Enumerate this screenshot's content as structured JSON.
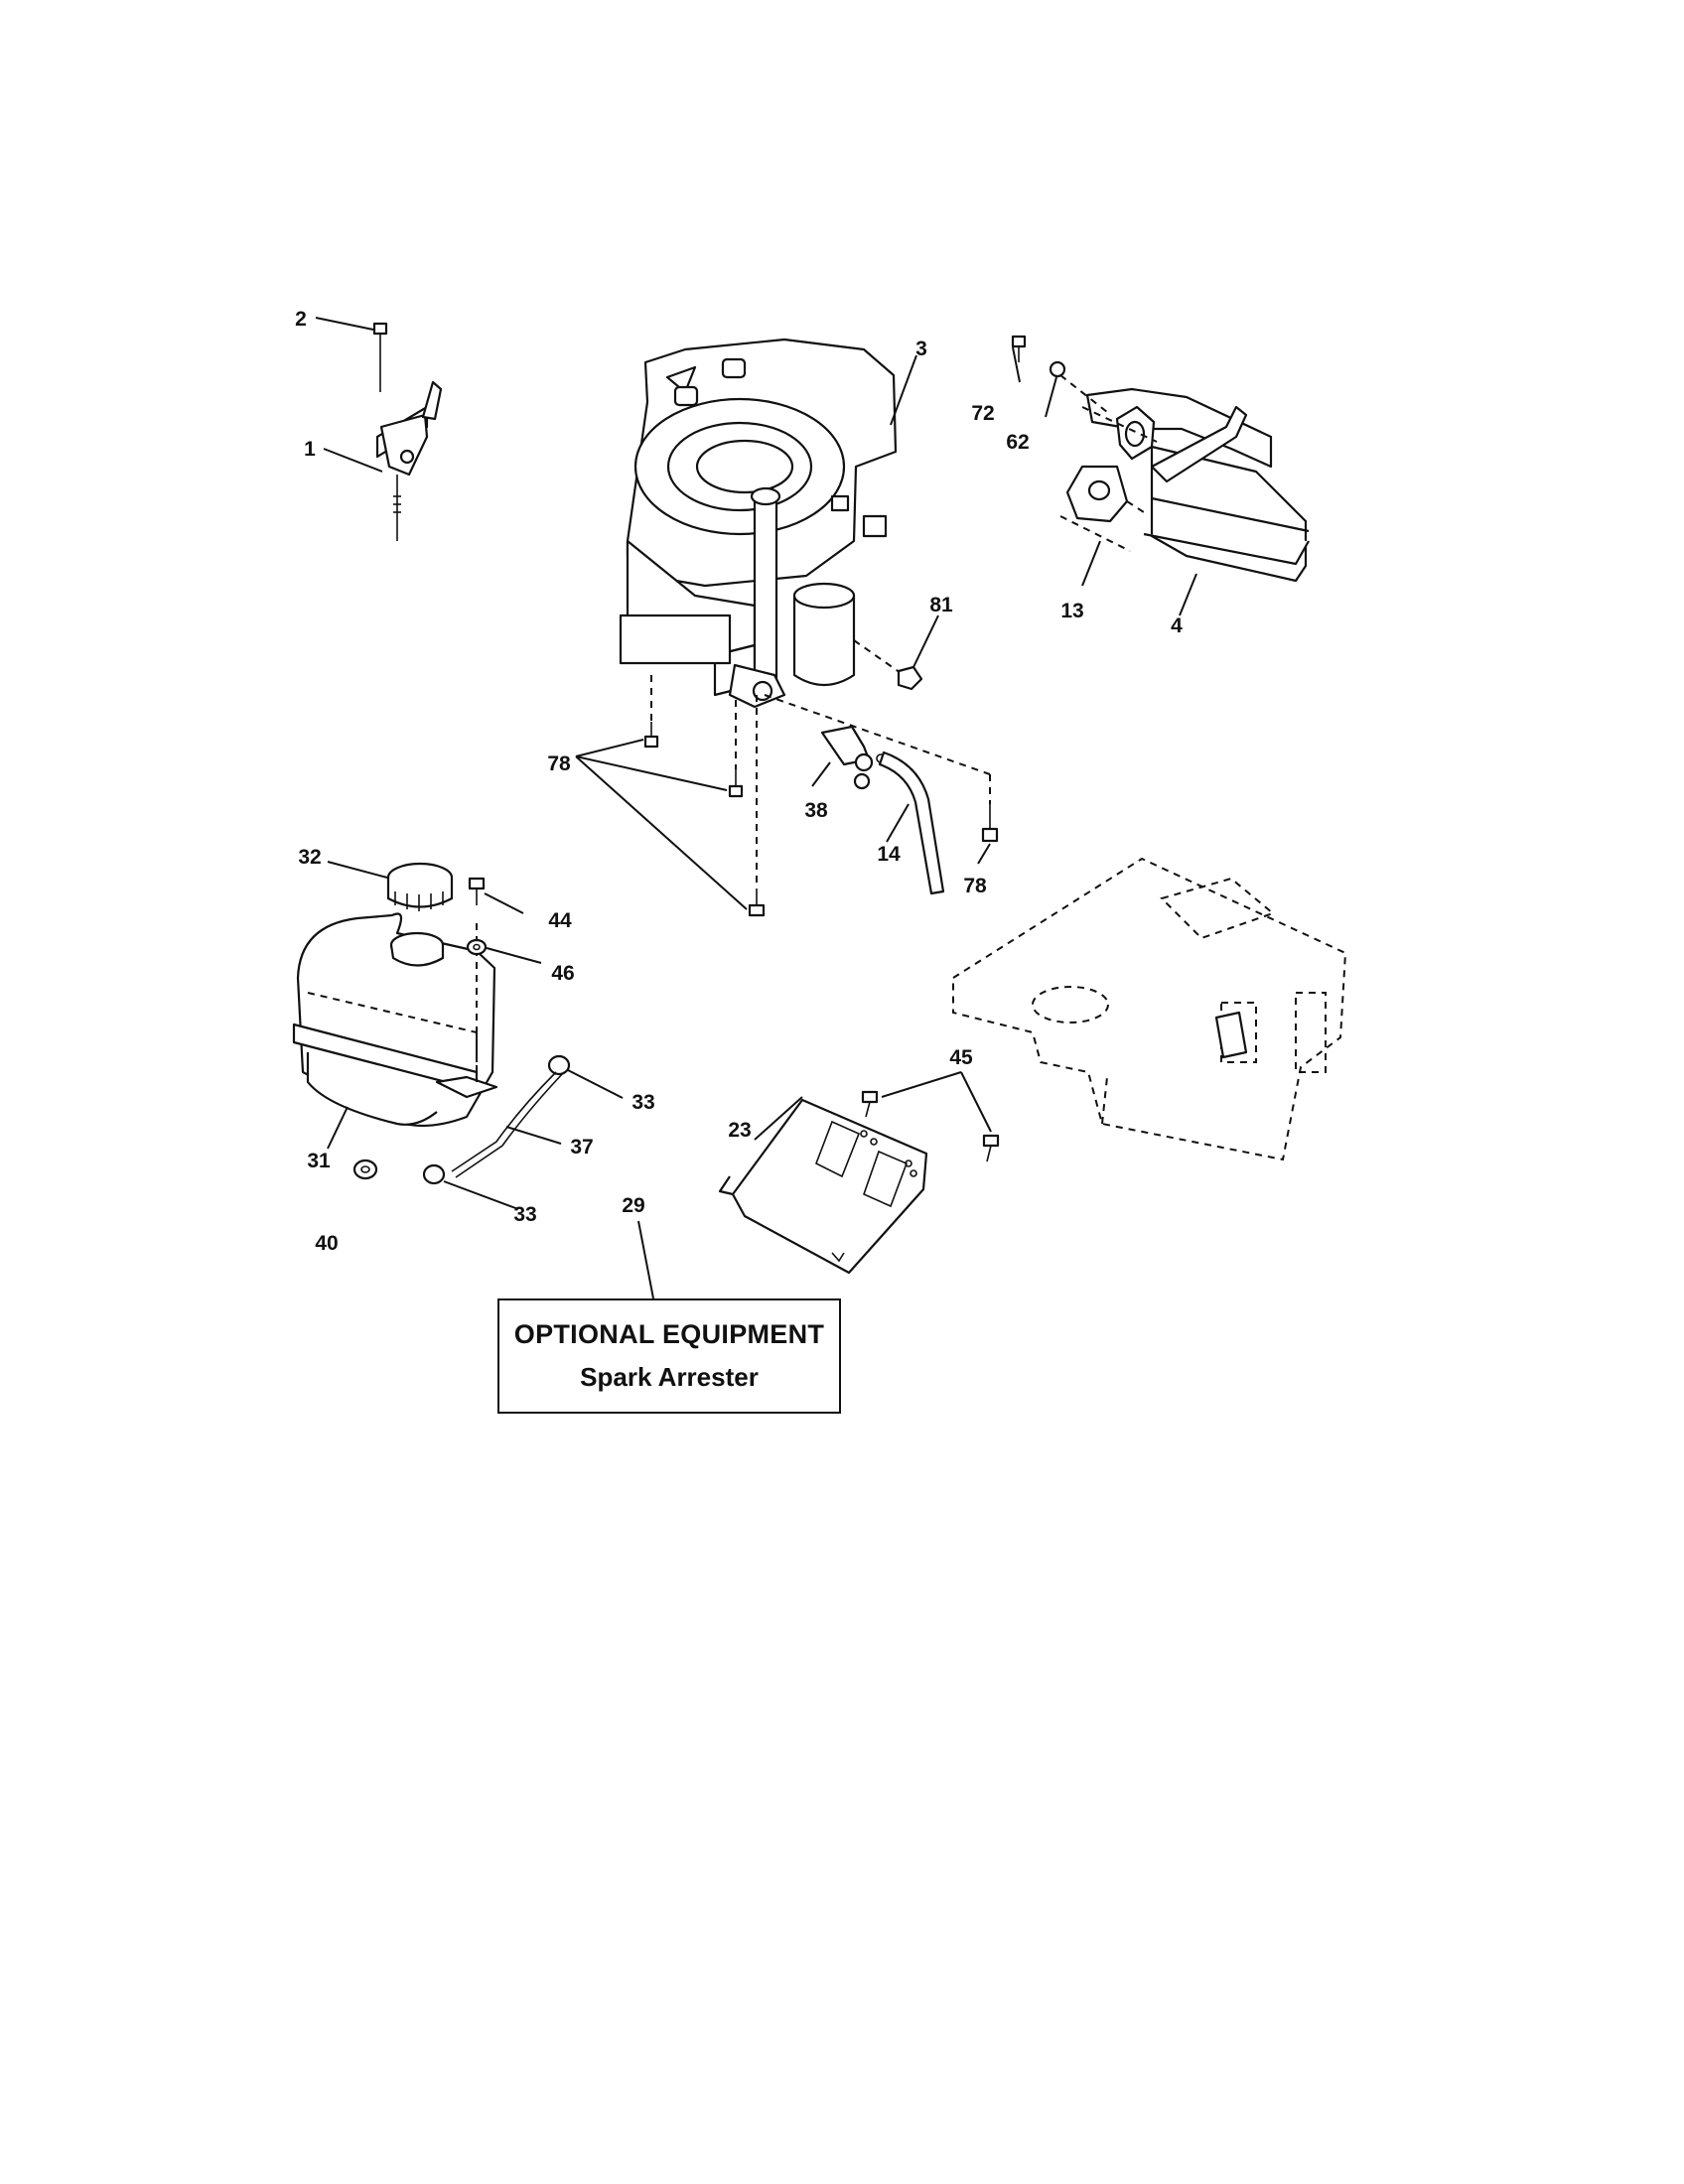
{
  "callouts": {
    "c1": "1",
    "c2": "2",
    "c3": "3",
    "c4": "4",
    "c13": "13",
    "c14": "14",
    "c23": "23",
    "c29": "29",
    "c31": "31",
    "c32": "32",
    "c33a": "33",
    "c33b": "33",
    "c37": "37",
    "c38": "38",
    "c40": "40",
    "c44": "44",
    "c45": "45",
    "c46": "46",
    "c62": "62",
    "c72": "72",
    "c78a": "78",
    "c78b": "78",
    "c81": "81"
  },
  "optional_box": {
    "title": "OPTIONAL EQUIPMENT",
    "subtitle": "Spark Arrester"
  }
}
